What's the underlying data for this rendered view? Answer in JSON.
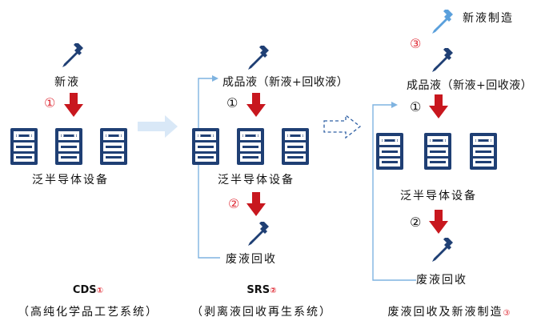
{
  "colors": {
    "server": "#1f3f74",
    "arrow_red": "#c8171e",
    "dropper_blue": "#1f3f74",
    "dropper_light": "#5aa0dc",
    "flow_blue": "#7fb3e0",
    "number_red": "#e0303a"
  },
  "icons": [
    "server-icon",
    "dropper-icon",
    "red-down-arrow-icon",
    "flow-arrow-icon"
  ],
  "cds": {
    "new_liquid": "新液",
    "step1": "①",
    "equipment": "泛半导体设备",
    "caption_title": "CDS",
    "caption_mark": "①",
    "caption_sub": "（高纯化学品工艺系统）"
  },
  "srs": {
    "product_liquid": "成品液（新液+回收液）",
    "step1": "①",
    "equipment": "泛半导体设备",
    "step2": "②",
    "waste_recovery": "废液回收",
    "caption_title": "SRS",
    "caption_mark": "②",
    "caption_sub": "（剥离液回收再生系统）"
  },
  "recycle": {
    "step3": "③",
    "new_manufacture": "新液制造",
    "product_liquid": "成品液（新液+回收液）",
    "step1": "①",
    "equipment": "泛半导体设备",
    "step2": "②",
    "waste_recovery": "废液回收",
    "caption": "废液回收及新液制造",
    "caption_mark": "③"
  }
}
